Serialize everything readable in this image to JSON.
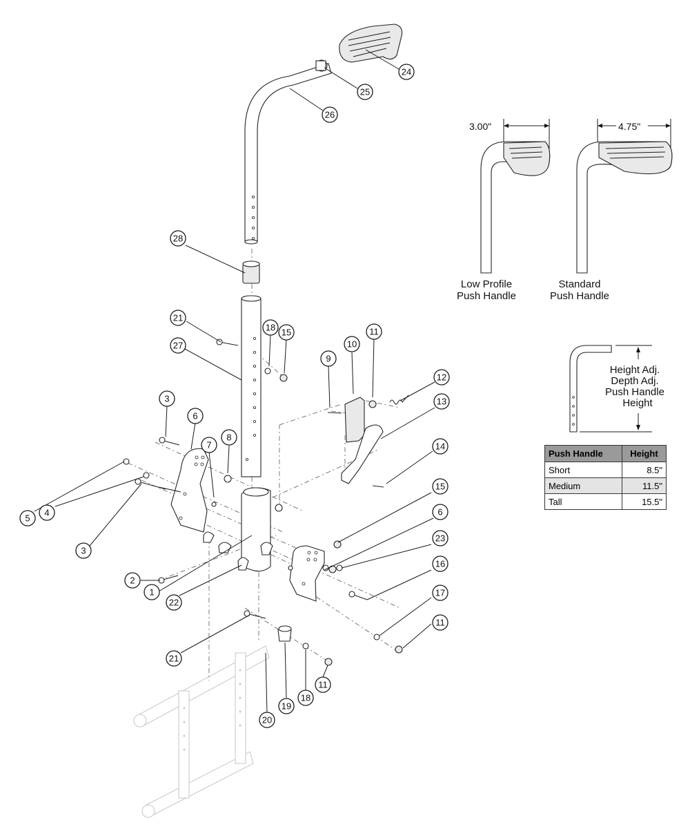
{
  "diagram": {
    "callouts": [
      "24",
      "25",
      "26",
      "28",
      "21",
      "27",
      "18",
      "15",
      "11",
      "10",
      "9",
      "12",
      "13",
      "14",
      "3",
      "6",
      "7",
      "8",
      "5",
      "4",
      "3",
      "15",
      "6",
      "23",
      "16",
      "2",
      "1",
      "22",
      "17",
      "11",
      "21",
      "18",
      "11",
      "19",
      "20"
    ],
    "views": {
      "low_profile": {
        "dimension": "3.00\"",
        "label_line1": "Low Profile",
        "label_line2": "Push Handle"
      },
      "standard": {
        "dimension": "4.75\"",
        "label_line1": "Standard",
        "label_line2": "Push Handle"
      }
    },
    "height_note": [
      "Height Adj.",
      "Depth Adj.",
      "Push Handle",
      "Height"
    ]
  },
  "table": {
    "headers": [
      "Push Handle",
      "Height"
    ],
    "rows": [
      {
        "name": "Short",
        "height": "8.5\""
      },
      {
        "name": "Medium",
        "height": "11.5\""
      },
      {
        "name": "Tall",
        "height": "15.5\""
      }
    ]
  }
}
